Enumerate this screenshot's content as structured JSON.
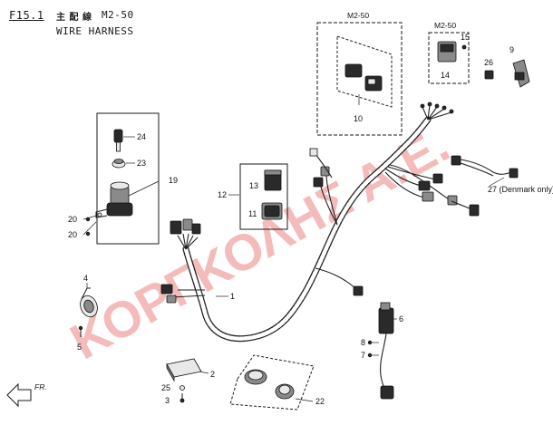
{
  "header": {
    "code": "F15.1",
    "title_cn": "主 配 線",
    "model": "M2-50",
    "title_en": "WIRE HARNESS"
  },
  "boxes": {
    "relay_group_model": "M2-50",
    "relay_single_model": "M2-50"
  },
  "callouts": {
    "p1": "1",
    "p2": "2",
    "p3": "3",
    "p4": "4",
    "p5": "5",
    "p6": "6",
    "p7": "7",
    "p8": "8",
    "p9": "9",
    "p10": "10",
    "p11": "11",
    "p12": "12",
    "p13": "13",
    "p14": "14",
    "p15": "15",
    "p19": "19",
    "p20a": "20",
    "p20b": "20",
    "p22": "22",
    "p23": "23",
    "p24": "24",
    "p25": "25",
    "p26": "26",
    "p27": "27 (Denmark only)"
  },
  "watermark": {
    "text": "ΚΟΡΓΚΟΛΗΣ Α.Ε.",
    "color": "#e04040"
  },
  "front_arrow": "FR."
}
